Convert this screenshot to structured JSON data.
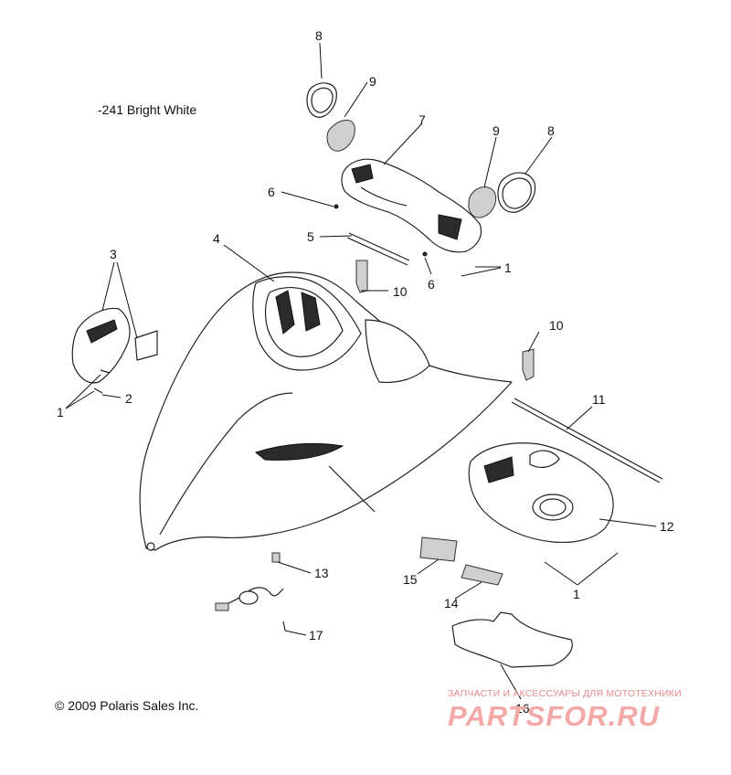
{
  "color_note": "-241  Bright White",
  "copyright": "© 2009 Polaris Sales Inc.",
  "watermark": {
    "tagline": "ЗАПЧАСТИ И АКСЕССУАРЫ ДЛЯ МОТОТЕХНИКИ",
    "logo": "PARTSFOR.RU"
  },
  "callouts": [
    "8",
    "9",
    "7",
    "9",
    "8",
    "6",
    "5",
    "1",
    "6",
    "10",
    "4",
    "3",
    "10",
    "2",
    "1",
    "11",
    "12",
    "13",
    "15",
    "1",
    "14",
    "17",
    "16"
  ],
  "colors": {
    "line": "#222222",
    "watermark": "#f4a9a9"
  }
}
